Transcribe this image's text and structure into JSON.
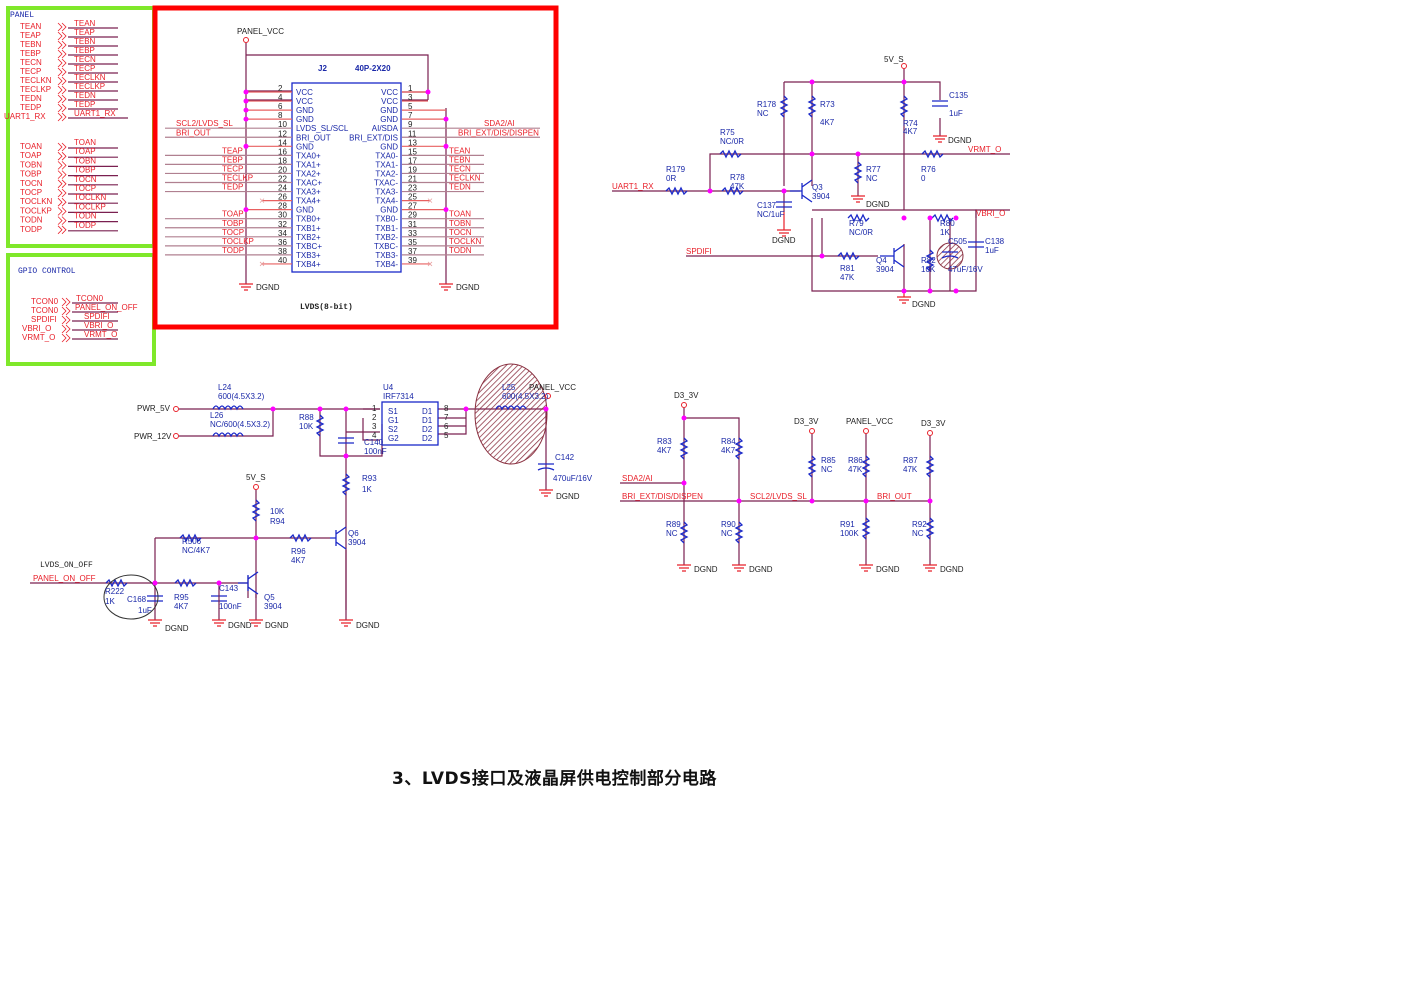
{
  "page_title": "3、LVDS接口及液晶屏供电控制部分电路",
  "colors": {
    "panel_frame": "#7fe82a",
    "lvds_frame": "#ff0000",
    "net_label": "#e8202a",
    "component": "#1a28c8",
    "wire": "#7a2050",
    "junction": "#ff00ff"
  },
  "panel_block": {
    "title": "PANEL",
    "group_even": [
      "TEAN",
      "TEAP",
      "TEBN",
      "TEBP",
      "TECN",
      "TECP",
      "TECLKN",
      "TECLKP",
      "TEDN",
      "TEDP",
      "UART1_RX"
    ],
    "group_odd": [
      "TOAN",
      "TOAP",
      "TOBN",
      "TOBP",
      "TOCN",
      "TOCP",
      "TOCLKN",
      "TOCLKP",
      "TODN",
      "TODP"
    ],
    "left_even_labels": [
      "TEAN",
      "TEAP",
      "TEBN",
      "TEBP",
      "TECN",
      "TECP",
      "TECLKN",
      "TECLKP",
      "TEDN",
      "TEDP",
      "UART1_RX"
    ],
    "left_odd_labels": [
      "TOAN",
      "TOAP",
      "TOBN",
      "TOBP",
      "TOCN",
      "TOCP",
      "TOCLKN",
      "TOCLKP",
      "TODN",
      "TODP"
    ]
  },
  "gpio_block": {
    "title": "GPIO CONTROL",
    "left_labels": [
      "TCON0",
      "TCON0",
      "SPDIFI",
      "VBRI_O",
      "VRMT_O"
    ],
    "right_labels": [
      "TCON0",
      "PANEL_ON_OFF",
      "SPDIFI",
      "VBRI_O",
      "VRMT_O"
    ]
  },
  "lvds_connector": {
    "ref": "J2",
    "part": "40P-2X20",
    "supply": "PANEL_VCC",
    "caption": "LVDS(8-bit)",
    "gnd_left": "DGND",
    "gnd_right": "DGND",
    "even_pins": [
      {
        "num": "2",
        "name": "VCC",
        "net": ""
      },
      {
        "num": "4",
        "name": "VCC",
        "net": ""
      },
      {
        "num": "6",
        "name": "GND",
        "net": ""
      },
      {
        "num": "8",
        "name": "GND",
        "net": ""
      },
      {
        "num": "10",
        "name": "LVDS_SL/SCL",
        "net": "SCL2/LVDS_SL"
      },
      {
        "num": "12",
        "name": "BRI_OUT",
        "net": "BRI_OUT"
      },
      {
        "num": "14",
        "name": "GND",
        "net": ""
      },
      {
        "num": "16",
        "name": "TXA0+",
        "net": "TEAP"
      },
      {
        "num": "18",
        "name": "TXA1+",
        "net": "TEBP"
      },
      {
        "num": "20",
        "name": "TXA2+",
        "net": "TECP"
      },
      {
        "num": "22",
        "name": "TXAC+",
        "net": "TECLKP"
      },
      {
        "num": "24",
        "name": "TXA3+",
        "net": "TEDP"
      },
      {
        "num": "26",
        "name": "TXA4+",
        "net": ""
      },
      {
        "num": "28",
        "name": "GND",
        "net": ""
      },
      {
        "num": "30",
        "name": "TXB0+",
        "net": "TOAP"
      },
      {
        "num": "32",
        "name": "TXB1+",
        "net": "TOBP"
      },
      {
        "num": "34",
        "name": "TXB2+",
        "net": "TOCP"
      },
      {
        "num": "36",
        "name": "TXBC+",
        "net": "TOCLKP"
      },
      {
        "num": "38",
        "name": "TXB3+",
        "net": "TODP"
      },
      {
        "num": "40",
        "name": "TXB4+",
        "net": ""
      }
    ],
    "odd_pins": [
      {
        "num": "1",
        "name": "VCC",
        "net": ""
      },
      {
        "num": "3",
        "name": "VCC",
        "net": ""
      },
      {
        "num": "5",
        "name": "GND",
        "net": ""
      },
      {
        "num": "7",
        "name": "GND",
        "net": ""
      },
      {
        "num": "9",
        "name": "AI/SDA",
        "net": "SDA2/AI"
      },
      {
        "num": "11",
        "name": "BRI_EXT/DIS",
        "net": "BRI_EXT/DIS/DISPEN"
      },
      {
        "num": "13",
        "name": "GND",
        "net": ""
      },
      {
        "num": "15",
        "name": "TXA0-",
        "net": "TEAN"
      },
      {
        "num": "17",
        "name": "TXA1-",
        "net": "TEBN"
      },
      {
        "num": "19",
        "name": "TXA2-",
        "net": "TECN"
      },
      {
        "num": "21",
        "name": "TXAC-",
        "net": "TECLKN"
      },
      {
        "num": "23",
        "name": "TXA3-",
        "net": "TEDN"
      },
      {
        "num": "25",
        "name": "TXA4-",
        "net": ""
      },
      {
        "num": "27",
        "name": "GND",
        "net": ""
      },
      {
        "num": "29",
        "name": "TXB0-",
        "net": "TOAN"
      },
      {
        "num": "31",
        "name": "TXB1-",
        "net": "TOBN"
      },
      {
        "num": "33",
        "name": "TXB2-",
        "net": "TOCN"
      },
      {
        "num": "35",
        "name": "TXBC-",
        "net": "TOCLKN"
      },
      {
        "num": "37",
        "name": "TXB3-",
        "net": "TODN"
      },
      {
        "num": "39",
        "name": "TXB4-",
        "net": ""
      }
    ]
  },
  "backlight_circuit": {
    "supply": "5V_S",
    "inputs": {
      "uart": "UART1_RX",
      "spdif": "SPDIFI"
    },
    "outputs": {
      "vrmt": "VRMT_O",
      "vbri": "VBRI_O"
    },
    "gnd": "DGND",
    "parts": {
      "R178": {
        "ref": "R178",
        "val": "NC"
      },
      "R73": {
        "ref": "R73",
        "val": "4K7"
      },
      "R74": {
        "ref": "R74",
        "val": "4K7"
      },
      "C135": {
        "ref": "C135",
        "val": "1uF"
      },
      "R75": {
        "ref": "R75",
        "val": "NC/0R"
      },
      "R179": {
        "ref": "R179",
        "val": "0R"
      },
      "R78": {
        "ref": "R78",
        "val": "47K"
      },
      "Q3": {
        "ref": "Q3",
        "val": "3904"
      },
      "C137": {
        "ref": "C137",
        "val": "NC/1uF"
      },
      "R77": {
        "ref": "R77",
        "val": "NC"
      },
      "R76": {
        "ref": "R76",
        "val": "0"
      },
      "R79": {
        "ref": "R79",
        "val": "NC/0R"
      },
      "R80": {
        "ref": "R80",
        "val": "1K"
      },
      "R81": {
        "ref": "R81",
        "val": "47K"
      },
      "Q4": {
        "ref": "Q4",
        "val": "3904"
      },
      "R82": {
        "ref": "R82",
        "val": "10K"
      },
      "C505": {
        "ref": "C505",
        "val": "47uF/16V"
      },
      "C138": {
        "ref": "C138",
        "val": "1uF"
      }
    }
  },
  "power_switch": {
    "inputs": {
      "pwr5": "PWR_5V",
      "pwr12": "PWR_12V"
    },
    "output": "PANEL_VCC",
    "supply": "5V_S",
    "control_net": "PANEL_ON_OFF",
    "control_alias": "LVDS_ON_OFF",
    "gnd": "DGND",
    "parts": {
      "L24": {
        "ref": "L24",
        "val": "600(4.5X3.2)"
      },
      "L26": {
        "ref": "L26",
        "val": "NC/600(4.5X3.2)"
      },
      "R88": {
        "ref": "R88",
        "val": "10K"
      },
      "U4": {
        "ref": "U4",
        "val": "IRF7314",
        "pins_left": [
          "S1",
          "G1",
          "S2",
          "G2"
        ],
        "pins_right": [
          "D1",
          "D1",
          "D2",
          "D2"
        ],
        "nums_left": [
          "1",
          "2",
          "3",
          "4"
        ],
        "nums_right": [
          "8",
          "7",
          "6",
          "5"
        ]
      },
      "C140": {
        "ref": "C140",
        "val": "100nF"
      },
      "L25": {
        "ref": "L25",
        "val": "600(4.5X3.2)"
      },
      "C142": {
        "ref": "C142",
        "val": "470uF/16V"
      },
      "R93": {
        "ref": "R93",
        "val": "1K"
      },
      "R94": {
        "ref": "R94",
        "val": "10K"
      },
      "R506": {
        "ref": "R506",
        "val": "NC/4K7"
      },
      "R96": {
        "ref": "R96",
        "val": "4K7"
      },
      "Q6": {
        "ref": "Q6",
        "val": "3904"
      },
      "R222": {
        "ref": "R222",
        "val": "1K"
      },
      "C168": {
        "ref": "C168",
        "val": "1uF"
      },
      "R95": {
        "ref": "R95",
        "val": "4K7"
      },
      "C143": {
        "ref": "C143",
        "val": "100nF"
      },
      "Q5": {
        "ref": "Q5",
        "val": "3904"
      }
    }
  },
  "i2c_pullups": {
    "supply_a": "D3_3V",
    "supply_b": "PANEL_VCC",
    "nets": {
      "sda": "SDA2/AI",
      "bri_ext": "BRI_EXT/DIS/DISPEN",
      "scl": "SCL2/LVDS_SL",
      "bri_out": "BRI_OUT"
    },
    "gnd": "DGND",
    "parts": {
      "R83": {
        "ref": "R83",
        "val": "4K7"
      },
      "R84": {
        "ref": "R84",
        "val": "4K7"
      },
      "R89": {
        "ref": "R89",
        "val": "NC"
      },
      "R90": {
        "ref": "R90",
        "val": "NC"
      },
      "R85": {
        "ref": "R85",
        "val": "NC"
      },
      "R86": {
        "ref": "R86",
        "val": "47K"
      },
      "R91": {
        "ref": "R91",
        "val": "100K"
      },
      "R87": {
        "ref": "R87",
        "val": "47K"
      },
      "R92": {
        "ref": "R92",
        "val": "NC"
      }
    }
  }
}
